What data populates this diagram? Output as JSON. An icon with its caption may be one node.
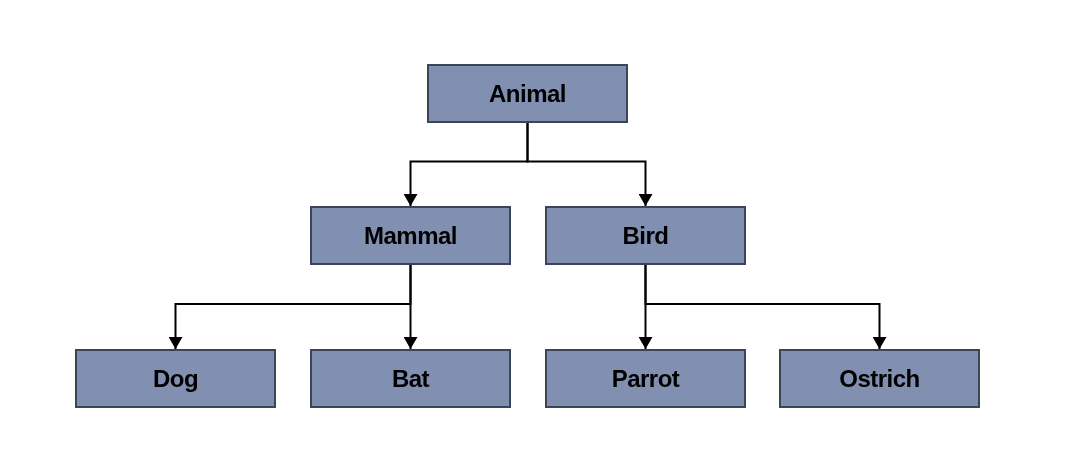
{
  "diagram": {
    "nodes": [
      {
        "text": [
          "Animal"
        ]
      },
      {
        "text": [
          "Mammal"
        ]
      },
      {
        "text": [
          "Bird"
        ]
      },
      {
        "text": [
          "Dog"
        ]
      },
      {
        "text": [
          "Bat"
        ]
      },
      {
        "text": [
          "Parrot"
        ]
      },
      {
        "text": [
          "Ostrich"
        ]
      }
    ],
    "edges": [
      {
        "from": 0,
        "to": 1,
        "arrow": "to"
      },
      {
        "from": 0,
        "to": 2,
        "arrow": "to"
      },
      {
        "from": 1,
        "to": 3,
        "arrow": "to"
      },
      {
        "from": 1,
        "to": 4,
        "arrow": "to"
      },
      {
        "from": 2,
        "to": 5,
        "arrow": "to"
      },
      {
        "from": 2,
        "to": 6,
        "arrow": "to"
      }
    ]
  }
}
